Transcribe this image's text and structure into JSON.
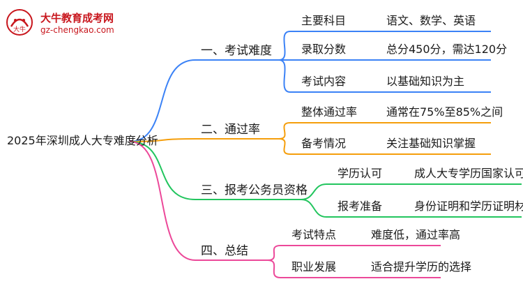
{
  "logo": {
    "name": "大牛教育成考网",
    "url": "gz-chengkao.com",
    "mark_text": "大牛",
    "color": "#c8161d"
  },
  "root": {
    "label": "2025年深圳成人大专难度分析"
  },
  "branches": [
    {
      "label": "一、考试难度",
      "color": "#3b82f6",
      "children": [
        {
          "key": "主要科目",
          "value": "语文、数学、英语"
        },
        {
          "key": "录取分数",
          "value": "总分450分，需达120分"
        },
        {
          "key": "考试内容",
          "value": "以基础知识为主"
        }
      ]
    },
    {
      "label": "二、通过率",
      "color": "#f59e0b",
      "children": [
        {
          "key": "整体通过率",
          "value": "通常在75%至85%之间"
        },
        {
          "key": "备考情况",
          "value": "关注基础知识掌握"
        }
      ]
    },
    {
      "label": "三、报考公务员资格",
      "color": "#22c55e",
      "children": [
        {
          "key": "学历认可",
          "value": "成人大专学历国家认可"
        },
        {
          "key": "报考准备",
          "value": "身份证明和学历证明材料"
        }
      ]
    },
    {
      "label": "四、总结",
      "color": "#ec4899",
      "children": [
        {
          "key": "考试特点",
          "value": "难度低，通过率高"
        },
        {
          "key": "职业发展",
          "value": "适合提升学历的选择"
        }
      ]
    }
  ]
}
